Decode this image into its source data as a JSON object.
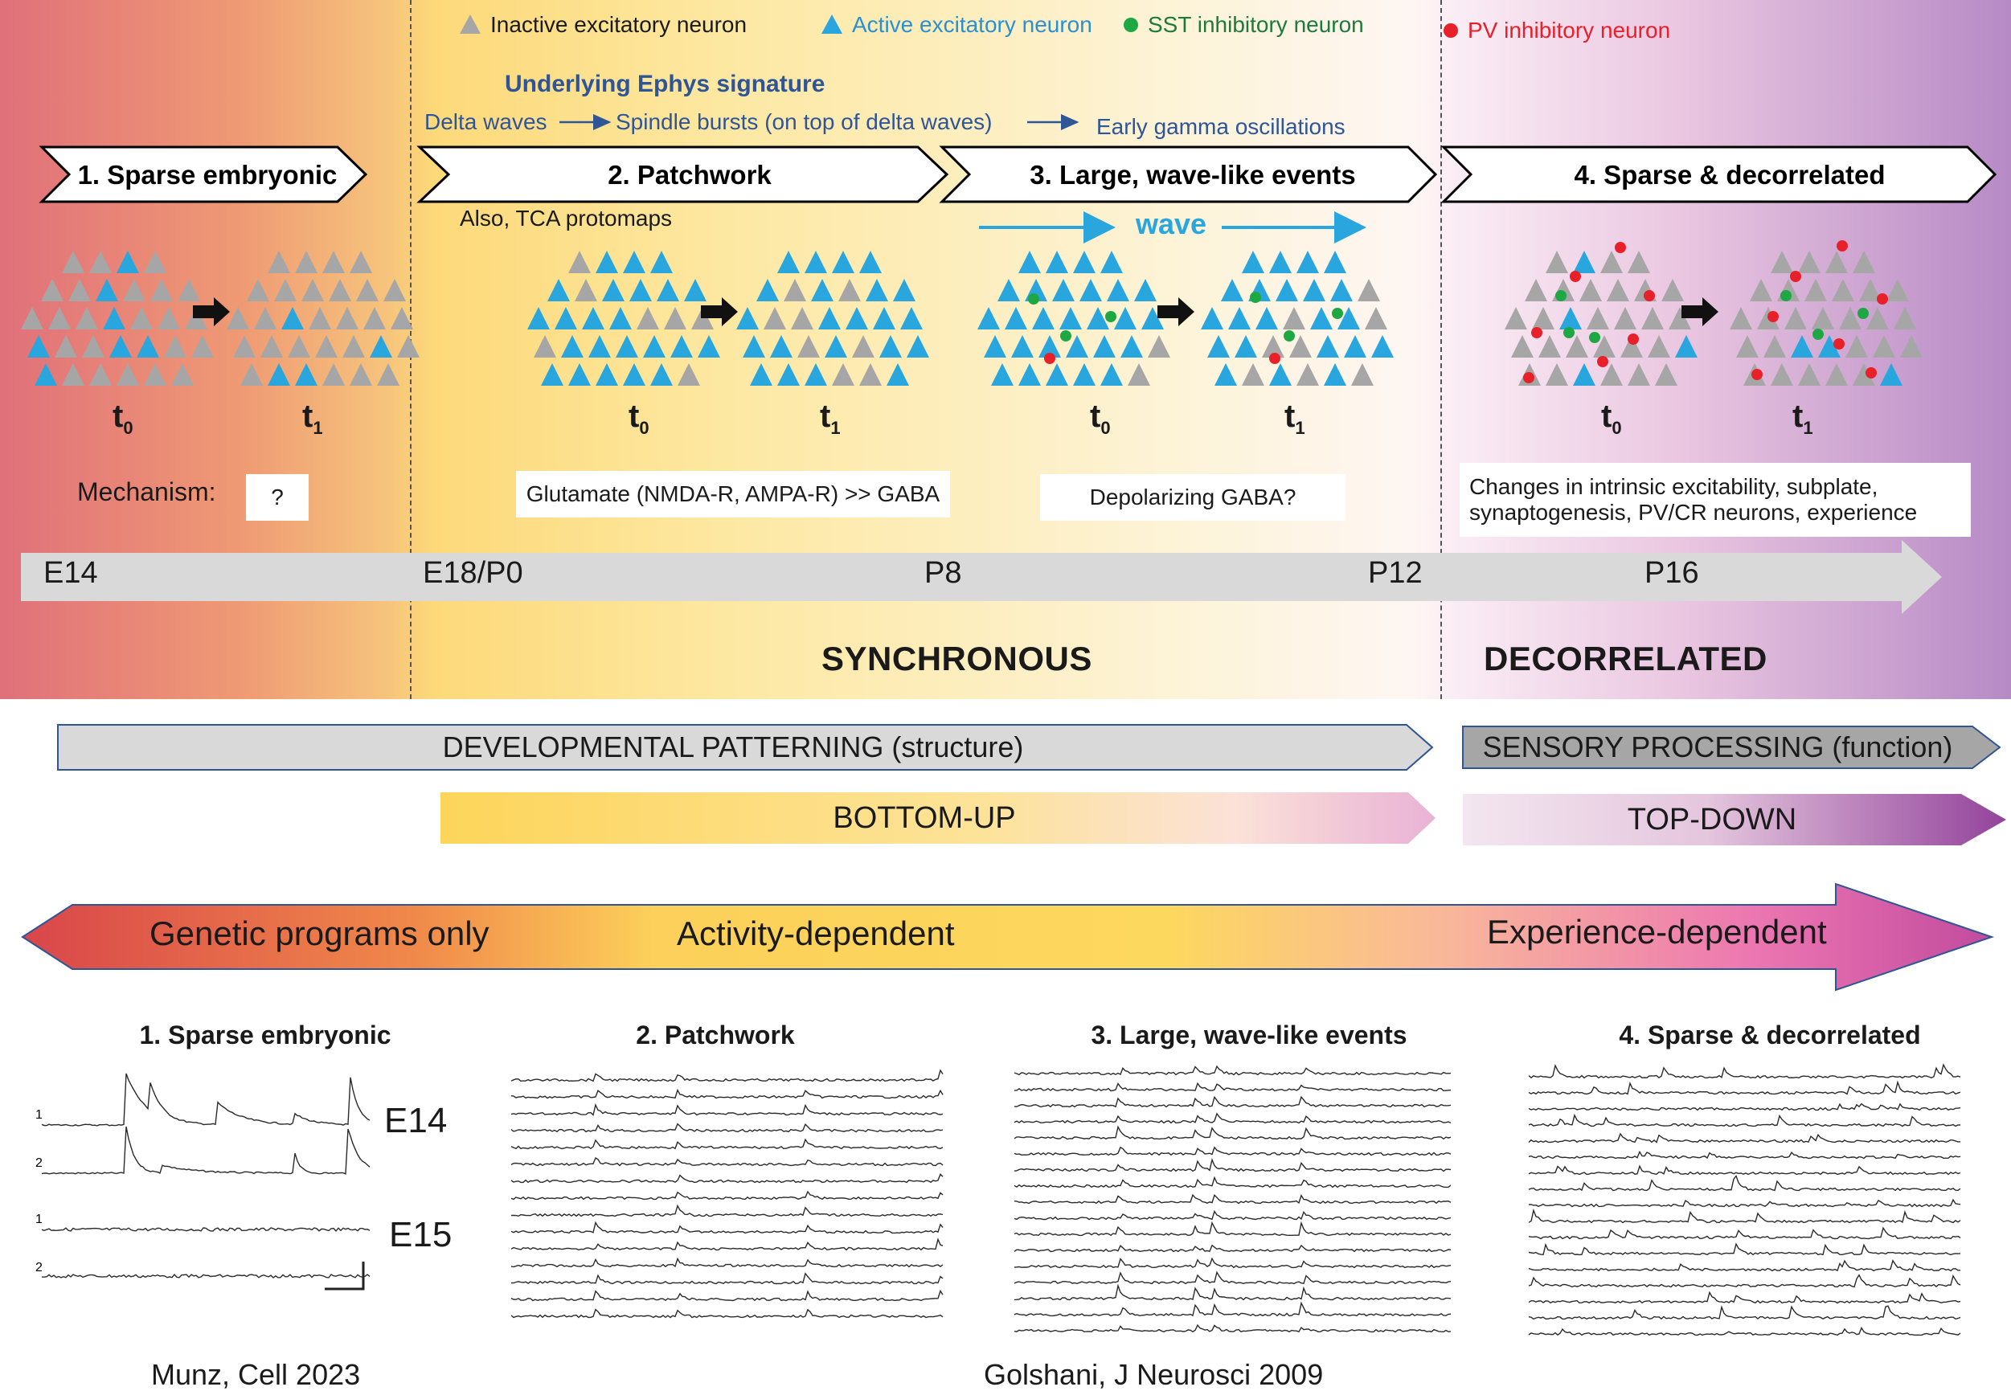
{
  "legend": {
    "inactive_excitatory": "Inactive excitatory neuron",
    "active_excitatory": "Active excitatory neuron",
    "sst_inhibitory": "SST inhibitory neuron",
    "pv_inhibitory": "PV inhibitory neuron"
  },
  "colors": {
    "inactive": "#a6a6a6",
    "active": "#29a6de",
    "sst": "#1ea843",
    "pv": "#e8202a",
    "ephys_text": "#2f5597",
    "wave": "#29a6de"
  },
  "ephys": {
    "title": "Underlying Ephys signature",
    "delta": "Delta waves",
    "spindle": "Spindle bursts (on top of delta waves)",
    "gamma": "Early gamma oscillations"
  },
  "stages": [
    {
      "label": "1. Sparse embryonic"
    },
    {
      "label": "2. Patchwork",
      "note": "Also, TCA protomaps"
    },
    {
      "label": "3. Large, wave-like events",
      "wave": "wave"
    },
    {
      "label": "4. Sparse & decorrelated"
    }
  ],
  "time_labels": {
    "t0": "t",
    "t0_sub": "0",
    "t1": "t",
    "t1_sub": "1"
  },
  "mechanisms": {
    "label": "Mechanism:",
    "stage1": "?",
    "stage2": "Glutamate (NMDA-R, AMPA-R) >> GABA",
    "stage3": "Depolarizing GABA?",
    "stage4": "Changes in intrinsic excitability, subplate, synaptogenesis, PV/CR neurons, experience"
  },
  "timeline": [
    "E14",
    "E18/P0",
    "P8",
    "P12",
    "P16"
  ],
  "regimes": {
    "synchronous": "SYNCHRONOUS",
    "decorrelated": "DECORRELATED"
  },
  "banners": {
    "developmental": "DEVELOPMENTAL PATTERNING (structure)",
    "sensory": "SENSORY PROCESSING (function)",
    "bottom_up": "BOTTOM-UP",
    "top_down": "TOP-DOWN"
  },
  "big_arrow": {
    "genetic": "Genetic programs only",
    "activity": "Activity-dependent",
    "experience": "Experience-dependent"
  },
  "trace_panels": {
    "p1": "1. Sparse embryonic",
    "p2": "2. Patchwork",
    "p3": "3. Large, wave-like events",
    "p4": "4. Sparse & decorrelated",
    "e14": "E14",
    "e15": "E15",
    "row1": "1",
    "row2": "2"
  },
  "citations": {
    "munz": "Munz, Cell 2023",
    "golshani": "Golshani, J Neurosci 2009"
  }
}
